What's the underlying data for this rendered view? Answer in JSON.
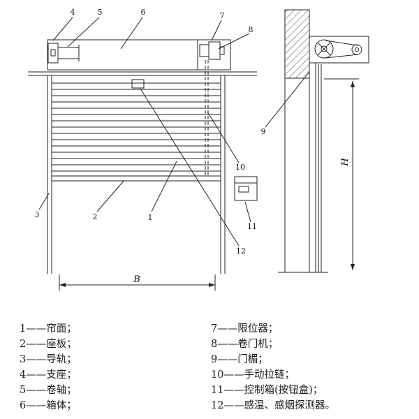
{
  "figure": {
    "title_semantic": "rolling shutter door elevation and section diagram",
    "callouts": [
      "1",
      "2",
      "3",
      "4",
      "5",
      "6",
      "7",
      "8",
      "9",
      "10",
      "11",
      "12"
    ],
    "dimensions": {
      "width": "B",
      "height": "H"
    },
    "line_color": "#222222"
  },
  "legend": {
    "left": [
      "1——帘面；",
      "2——座板；",
      "3——导轨；",
      "4——支座；",
      "5——卷轴；",
      "6——箱体；"
    ],
    "right": [
      "7——限位器；",
      "8——卷门机；",
      "9——门楣；",
      "10——手动拉链；",
      "11——控制箱(按钮盒)；",
      "12——感温、感烟探测器。"
    ]
  }
}
